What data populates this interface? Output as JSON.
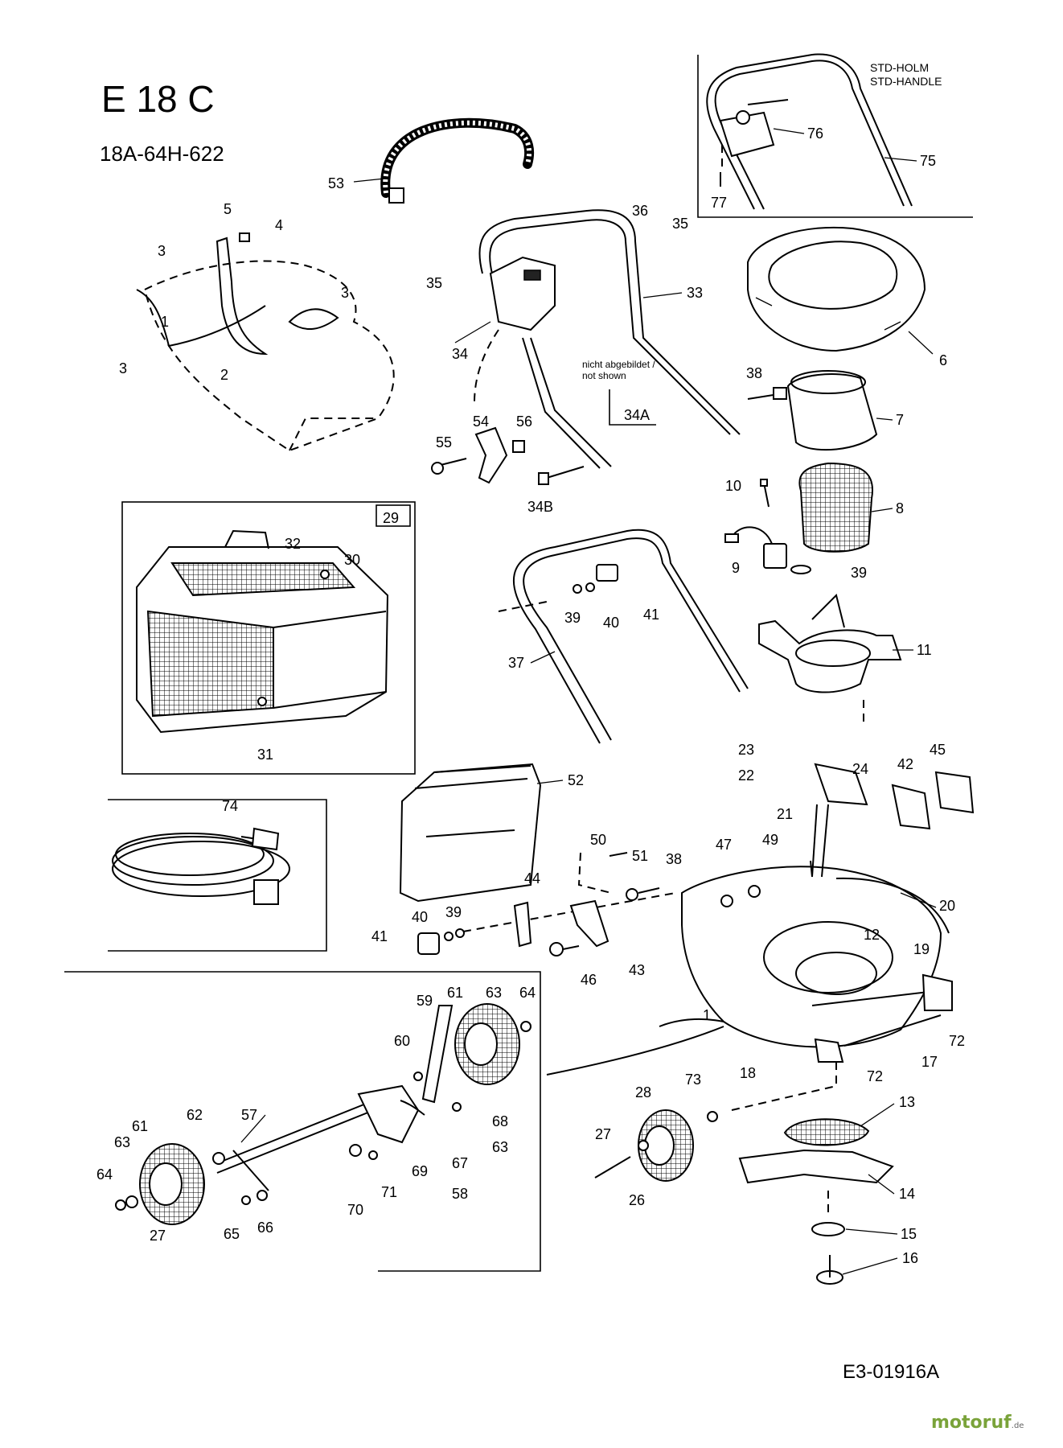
{
  "title": "E 18 C",
  "model_number": "18A-64H-622",
  "drawing_code": "E3-01916A",
  "std_label_1": "STD-HOLM",
  "std_label_2": "STD-HANDLE",
  "not_shown_line1": "nicht abgebildet /",
  "not_shown_line2": "not shown",
  "catcher_box_number": "29",
  "logo": {
    "text": "motoruf",
    "suffix": ".de",
    "color": "#7aa33a"
  },
  "part_labels": {
    "p1": "1",
    "p2": "2",
    "p3a": "3",
    "p3b": "3",
    "p3c": "3",
    "p4": "4",
    "p5": "5",
    "p6": "6",
    "p7": "7",
    "p8": "8",
    "p9": "9",
    "p10": "10",
    "p11": "11",
    "p12": "12",
    "p13": "13",
    "p14": "14",
    "p15": "15",
    "p16": "16",
    "p17": "17",
    "p18": "18",
    "p19": "19",
    "p20": "20",
    "p21": "21",
    "p22": "22",
    "p23": "23",
    "p24": "24",
    "p26": "26",
    "p27a": "27",
    "p27b": "27",
    "p28": "28",
    "p30": "30",
    "p31": "31",
    "p32": "32",
    "p33": "33",
    "p34": "34",
    "p34a": "34A",
    "p34b": "34B",
    "p35a": "35",
    "p35b": "35",
    "p36": "36",
    "p37": "37",
    "p38a": "38",
    "p38b": "38",
    "p39a": "39",
    "p39b": "39",
    "p39c": "39",
    "p40a": "40",
    "p40b": "40",
    "p41a": "41",
    "p41b": "41",
    "p42": "42",
    "p43": "43",
    "p44": "44",
    "p45": "45",
    "p46": "46",
    "p47": "47",
    "p49": "49",
    "p50": "50",
    "p51": "51",
    "p52": "52",
    "p53": "53",
    "p54": "54",
    "p55": "55",
    "p56": "56",
    "p57": "57",
    "p58": "58",
    "p59": "59",
    "p60": "60",
    "p61a": "61",
    "p61b": "61",
    "p62": "62",
    "p63a": "63",
    "p63b": "63",
    "p63c": "63",
    "p64a": "64",
    "p64b": "64",
    "p65": "65",
    "p66": "66",
    "p67": "67",
    "p68": "68",
    "p69": "69",
    "p70": "70",
    "p71": "71",
    "p72a": "72",
    "p72b": "72",
    "p73": "73",
    "p74": "74",
    "p75": "75",
    "p76": "76",
    "p77": "77"
  }
}
